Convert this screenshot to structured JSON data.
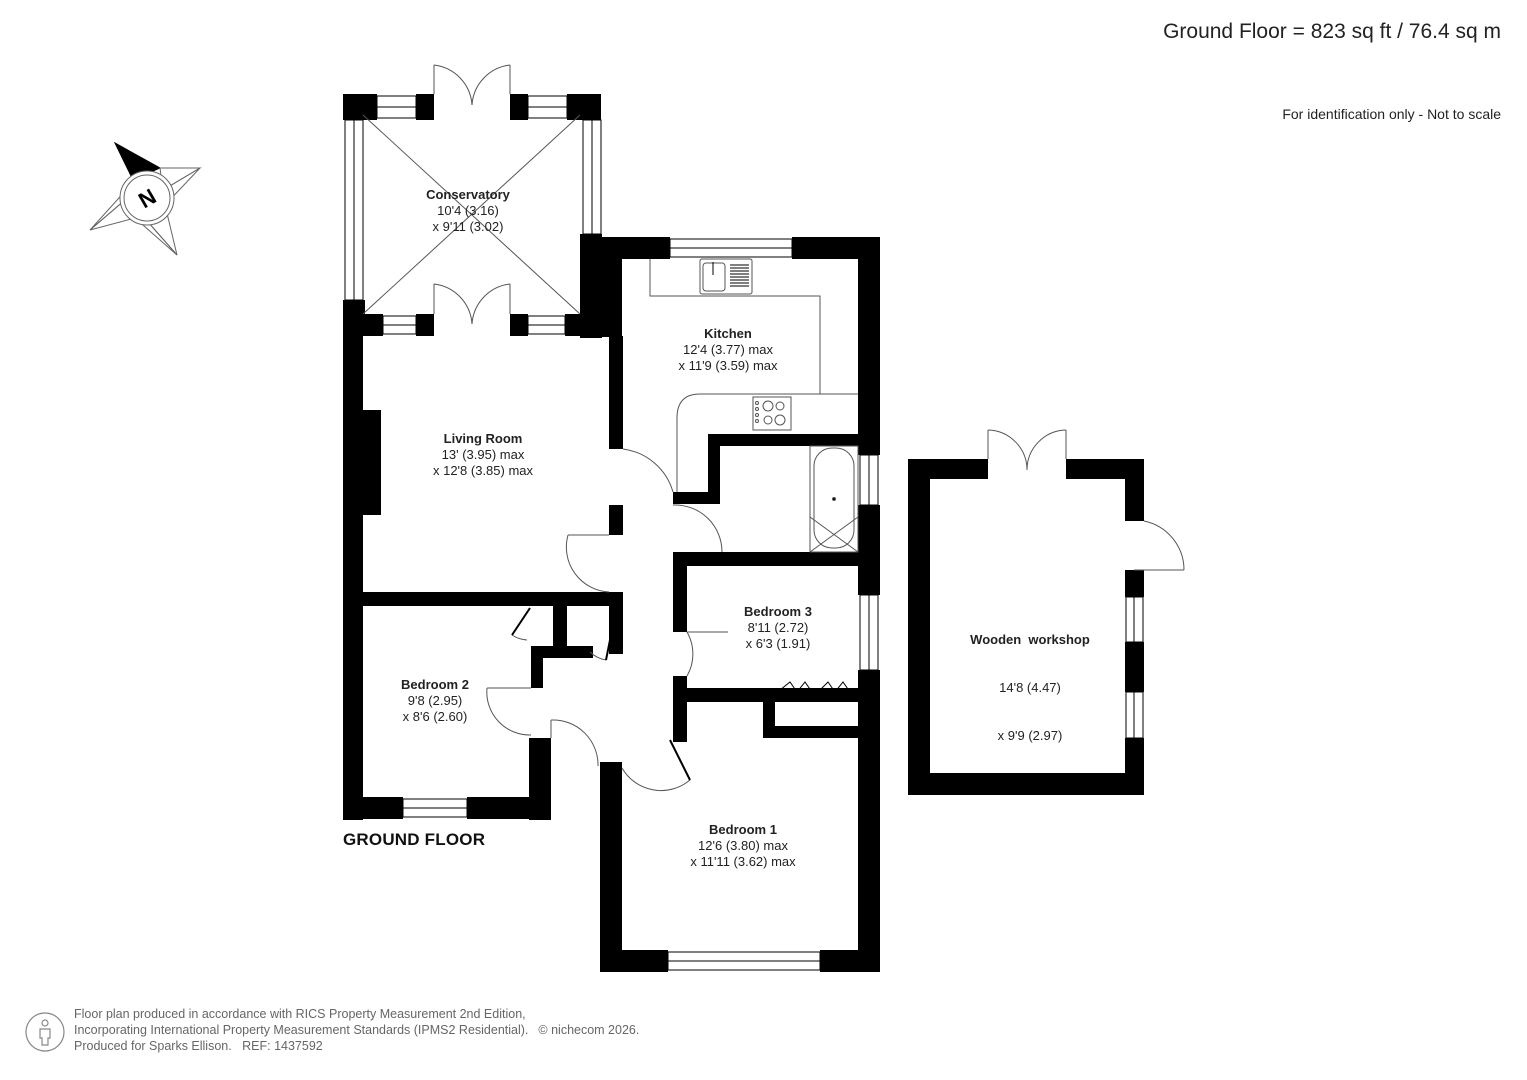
{
  "header": {
    "area_summary": "Ground Floor = 823 sq ft / 76.4 sq m",
    "disclaimer": "For identification only - Not to scale"
  },
  "compass": {
    "icon": "north-compass-icon",
    "label": "N"
  },
  "floor_title": "GROUND FLOOR",
  "rooms": [
    {
      "name": "Conservatory",
      "dim1": "10'4 (3.16)",
      "dim2": "x 9'11 (3.02)"
    },
    {
      "name": "Kitchen",
      "dim1": "12'4 (3.77) max",
      "dim2": "x 11'9 (3.59) max"
    },
    {
      "name": "Living Room",
      "dim1": "13' (3.95) max",
      "dim2": "x 12'8 (3.85) max"
    },
    {
      "name": "Bedroom 3",
      "dim1": "8'11 (2.72)",
      "dim2": "x 6'3 (1.91)"
    },
    {
      "name": "Bedroom 2",
      "dim1": "9'8 (2.95)",
      "dim2": "x 8'6 (2.60)"
    },
    {
      "name": "Bedroom 1",
      "dim1": "12'6 (3.80) max",
      "dim2": "x 11'11 (3.62) max"
    },
    {
      "name": "Wooden  workshop",
      "dim1": "14'8 (4.47)",
      "dim2": "x 9'9 (2.97)"
    }
  ],
  "footer": {
    "icon": "person-outline-icon",
    "line1": "Floor plan produced in accordance with RICS Property Measurement 2nd Edition,",
    "line2": "Incorporating International Property Measurement Standards (IPMS2 Residential).",
    "copyright": "© nichecom 2026.",
    "line3": "Produced for Sparks Ellison.   REF: 1437592"
  },
  "colors": {
    "wall": "#000000",
    "background": "#ffffff",
    "fixture_line": "#555555",
    "text": "#222222"
  }
}
